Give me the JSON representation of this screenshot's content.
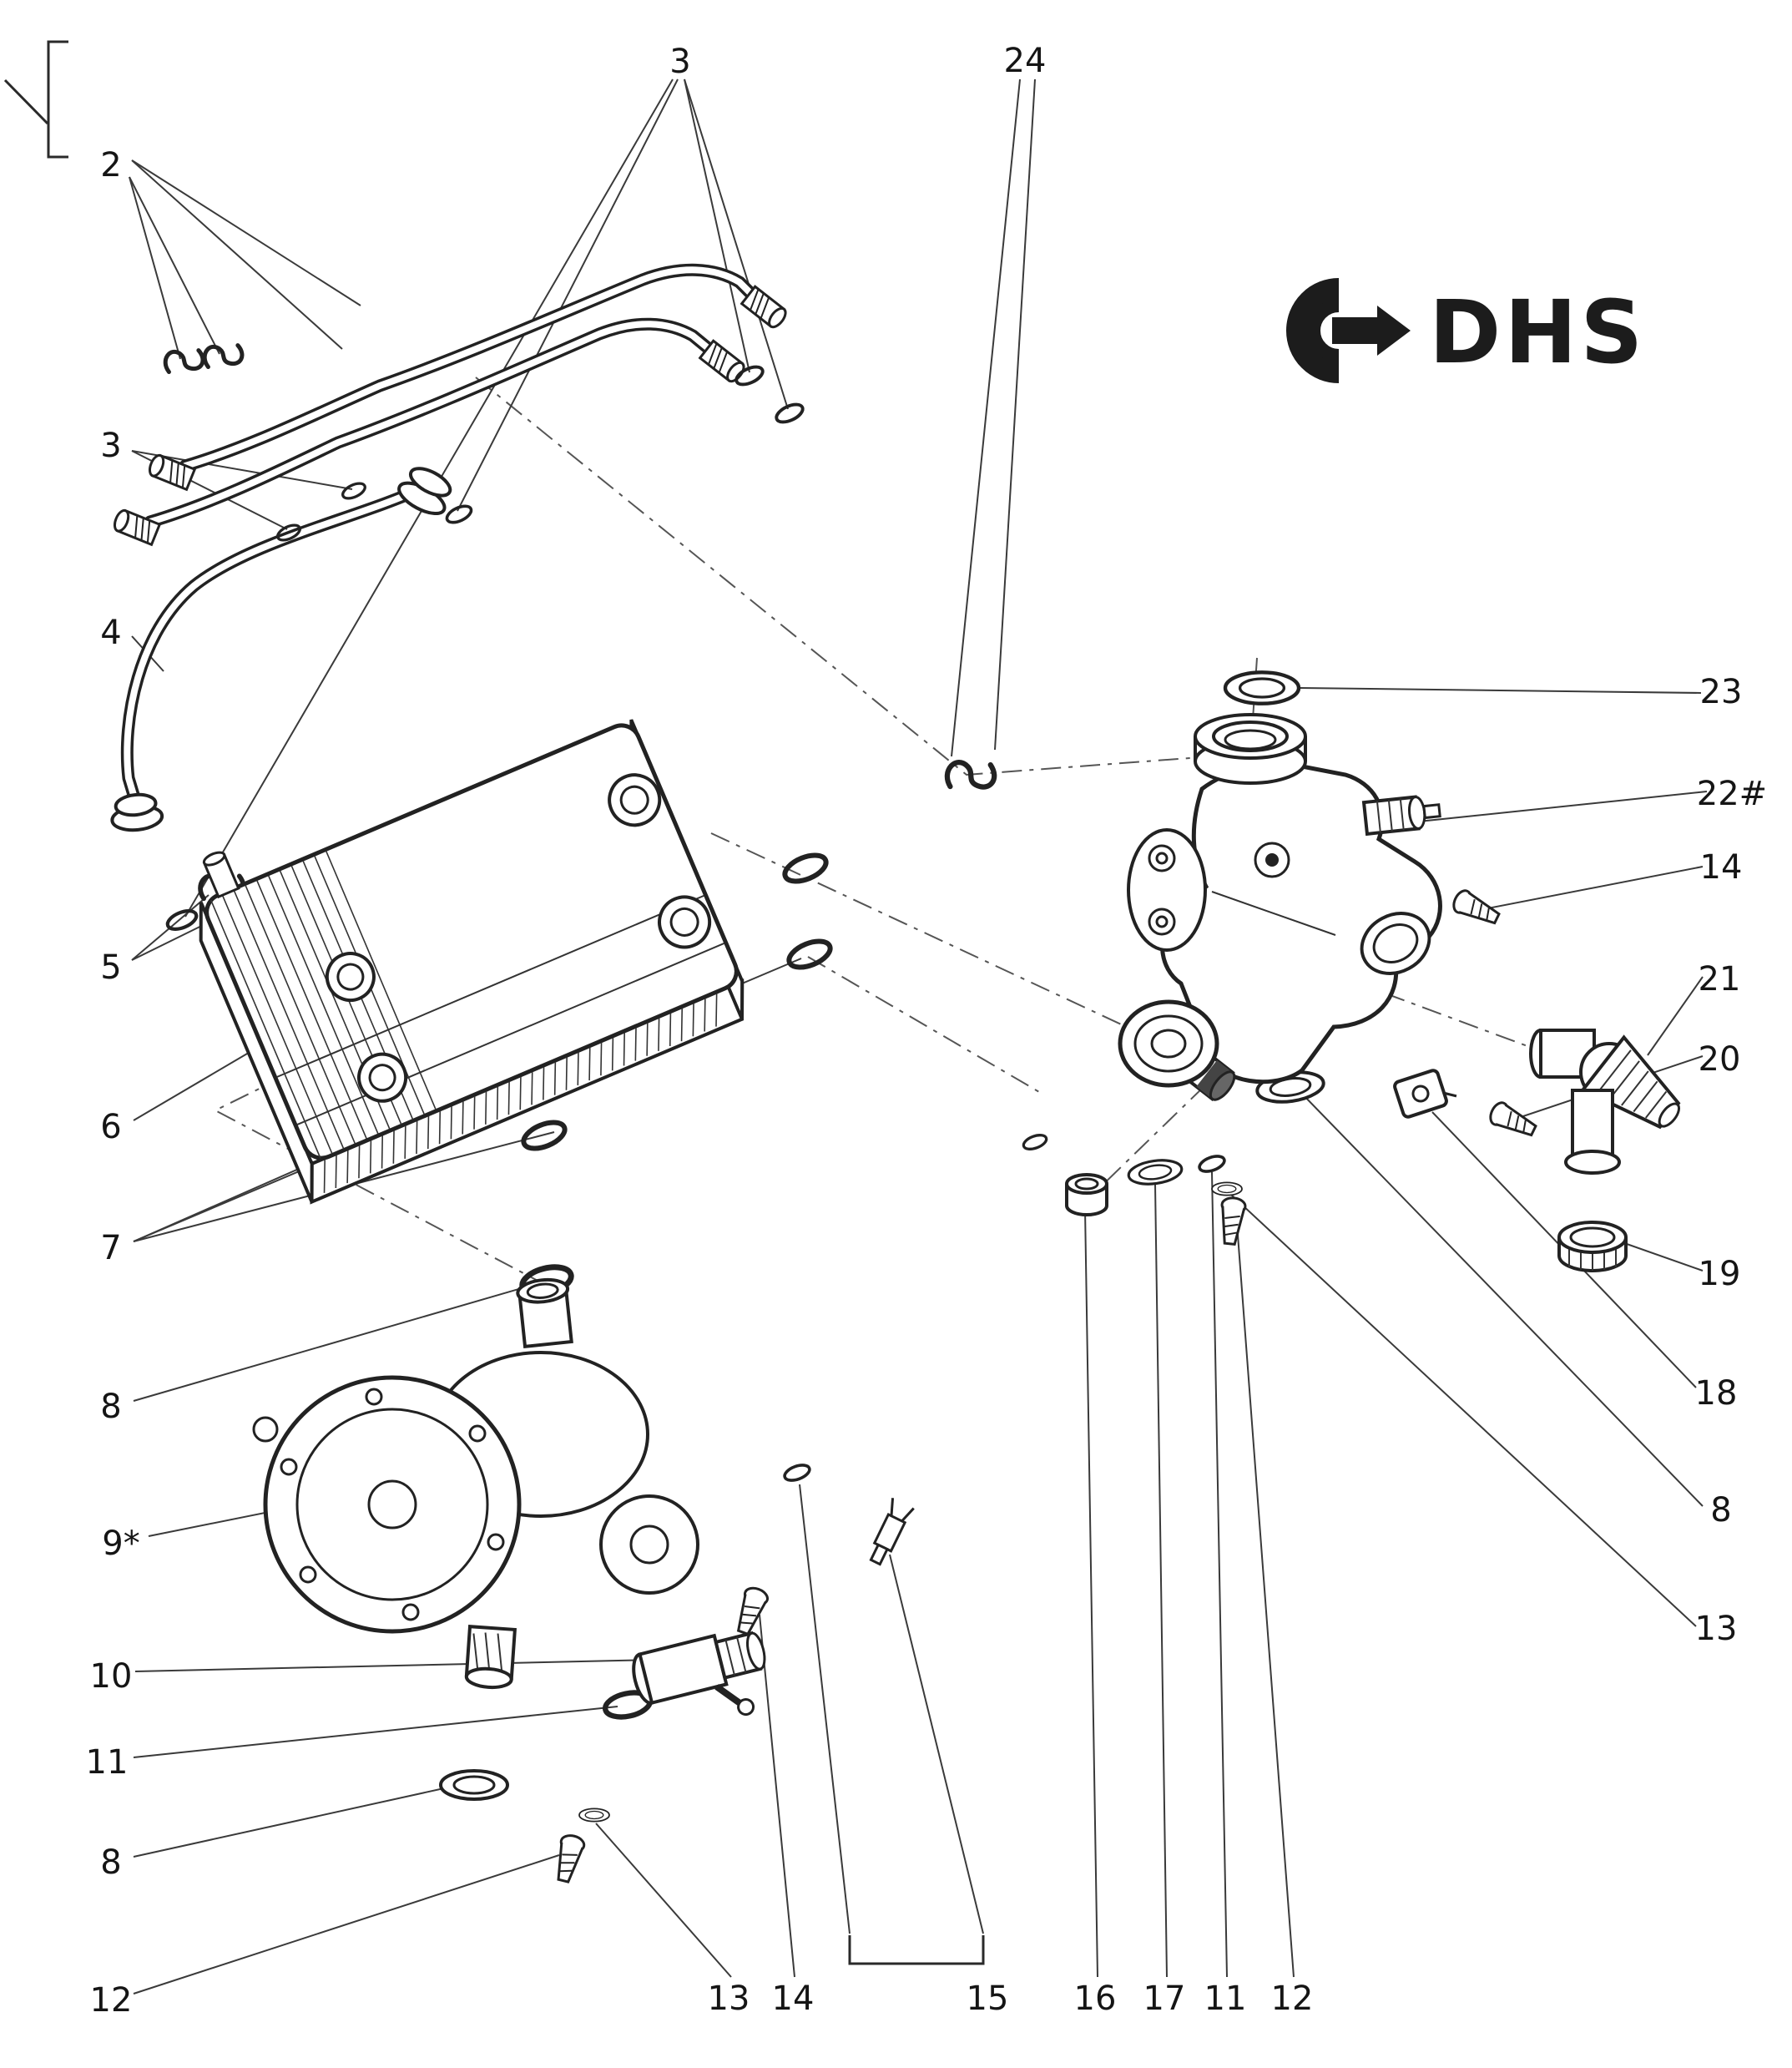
{
  "drawing": {
    "brand": "DHS",
    "callouts": [
      {
        "id": "c2",
        "label": "2"
      },
      {
        "id": "c3-top",
        "label": "3"
      },
      {
        "id": "c24",
        "label": "24"
      },
      {
        "id": "c3-left",
        "label": "3"
      },
      {
        "id": "c4",
        "label": "4"
      },
      {
        "id": "c5",
        "label": "5"
      },
      {
        "id": "c6",
        "label": "6"
      },
      {
        "id": "c7",
        "label": "7"
      },
      {
        "id": "c8-left",
        "label": "8"
      },
      {
        "id": "c9",
        "label": "9*"
      },
      {
        "id": "c10",
        "label": "10"
      },
      {
        "id": "c11-left",
        "label": "11"
      },
      {
        "id": "c8-lower",
        "label": "8"
      },
      {
        "id": "c12-left",
        "label": "12"
      },
      {
        "id": "c13-bottom",
        "label": "13"
      },
      {
        "id": "c14-bottom",
        "label": "14"
      },
      {
        "id": "c15",
        "label": "15"
      },
      {
        "id": "c16",
        "label": "16"
      },
      {
        "id": "c17",
        "label": "17"
      },
      {
        "id": "c11-bottom",
        "label": "11"
      },
      {
        "id": "c12-bottom",
        "label": "12"
      },
      {
        "id": "c23",
        "label": "23"
      },
      {
        "id": "c22",
        "label": "22#"
      },
      {
        "id": "c14-right",
        "label": "14"
      },
      {
        "id": "c21",
        "label": "21"
      },
      {
        "id": "c20",
        "label": "20"
      },
      {
        "id": "c19",
        "label": "19"
      },
      {
        "id": "c18",
        "label": "18"
      },
      {
        "id": "c8-right",
        "label": "8"
      },
      {
        "id": "c13-right",
        "label": "13"
      }
    ]
  }
}
